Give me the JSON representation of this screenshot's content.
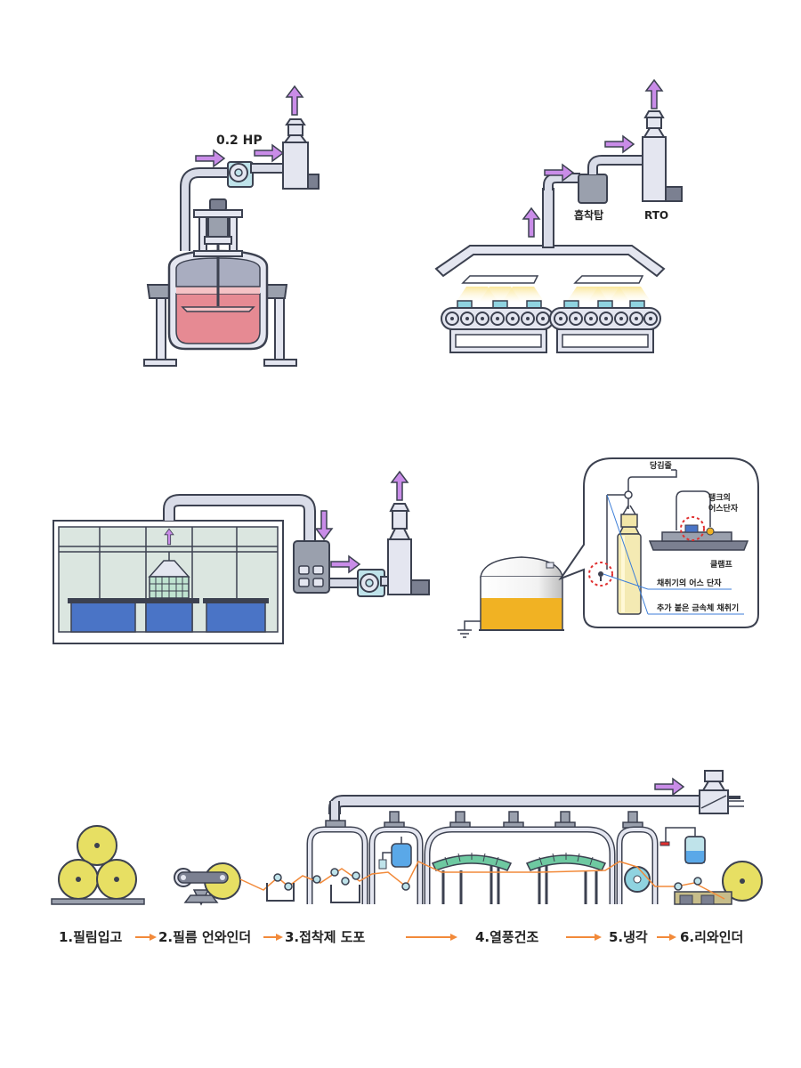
{
  "panel1": {
    "hp_label": "0.2 HP"
  },
  "panel2": {
    "adsorber_label": "흡착탑",
    "rto_label": "RTO"
  },
  "panel4": {
    "pull_cord_label": "당김줄",
    "tank_ground_label_1": "탱크의",
    "tank_ground_label_2": "어스단자",
    "clamp_label": "클램프",
    "sampler_ground_label": "채취기의 어스 단자",
    "sampler_label": "추가 붙은 금속체 채취기"
  },
  "process_steps": {
    "step1": "1.필림입고",
    "step2": "2.필름 언와인더",
    "step3": "3.접착제 도포",
    "step4": "4.열풍건조",
    "step5": "5.냉각",
    "step6": "6.리와인더"
  },
  "colors": {
    "outline": "#3c4150",
    "equipment_fill": "#e4e6f0",
    "pipe_fill": "#d9dce8",
    "arrow_purple": "#c98ce8",
    "liquid_pink": "#e68a93",
    "film_yellow": "#e7df63",
    "line_orange": "#f28a3a",
    "bin_blue": "#4a74c6",
    "dryer_green": "#6ec9a1",
    "tank_amber": "#f1b223",
    "ground_blue": "#3c7ed8",
    "danger_red": "#e03030"
  }
}
